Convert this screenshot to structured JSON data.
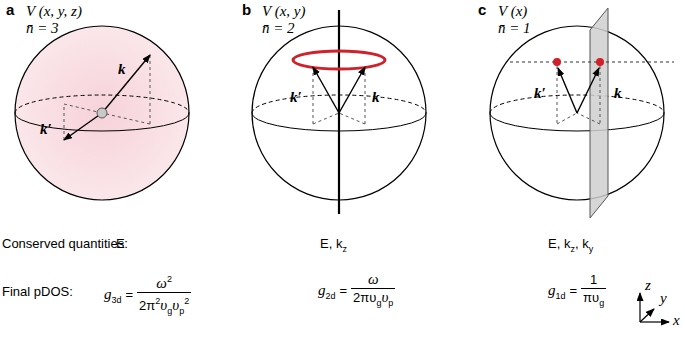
{
  "diagram": {
    "labels": [
      "a",
      "V (x, y, z)",
      "n̄ = 3",
      "k",
      "k′",
      "b",
      "V (x, y)",
      "n̄ = 2",
      "k′",
      "k",
      "c",
      "V (x)",
      "n̄ = 1",
      "k′",
      "k",
      "z",
      "y",
      "x",
      "Conserved quantities:",
      "E",
      "E, k",
      "z",
      "E, k",
      "z",
      ", k",
      "y",
      "Final pDOS:",
      "g",
      "3d",
      "=",
      "ω",
      "2",
      "2π",
      "2",
      "υ",
      "g",
      "υ",
      "p",
      "2",
      "g",
      "2d",
      "=",
      "ω",
      "2πυ",
      "g",
      "υ",
      "p",
      "g",
      "1d",
      "=",
      "1",
      "πυ",
      "g"
    ]
  }
}
